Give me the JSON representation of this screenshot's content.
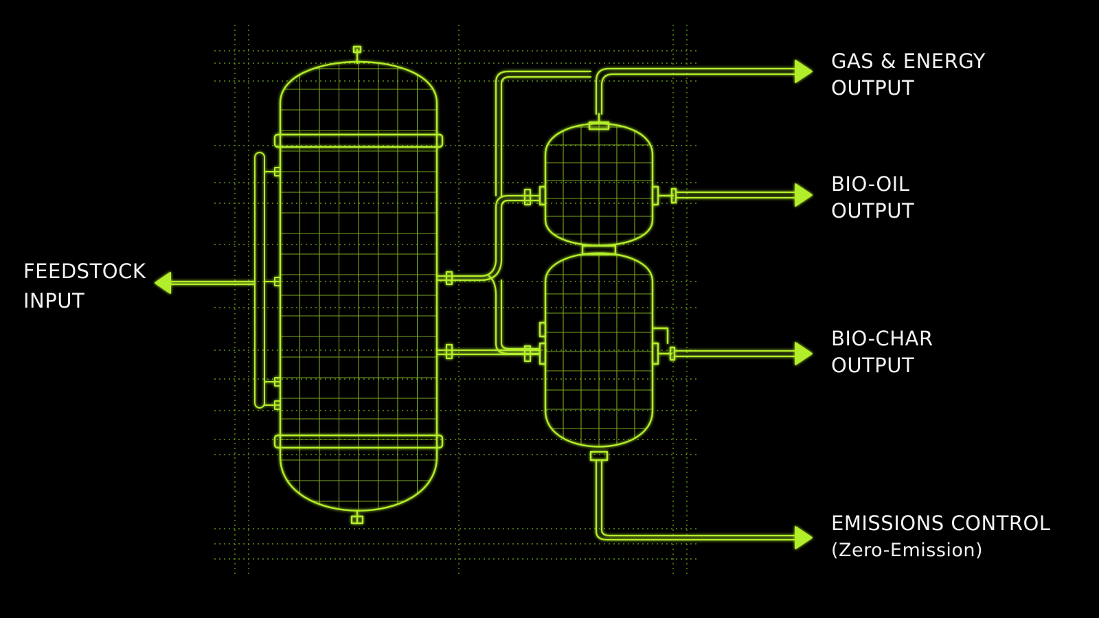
{
  "colors": {
    "background": "#000000",
    "accent": "#a6e22e",
    "label": "#f2f2f2"
  },
  "labels": {
    "feedstock": {
      "line1": "FEEDSTOCK",
      "line2": "INPUT"
    },
    "gas_energy": {
      "line1": "GAS & ENERGY",
      "line2": "OUTPUT"
    },
    "bio_oil": {
      "line1": "BIO-OIL",
      "line2": "OUTPUT"
    },
    "bio_char": {
      "line1": "BIO-CHAR",
      "line2": "OUTPUT"
    },
    "emissions": {
      "line1": "EMISSIONS CONTROL",
      "line2": "(Zero-Emission)"
    }
  }
}
